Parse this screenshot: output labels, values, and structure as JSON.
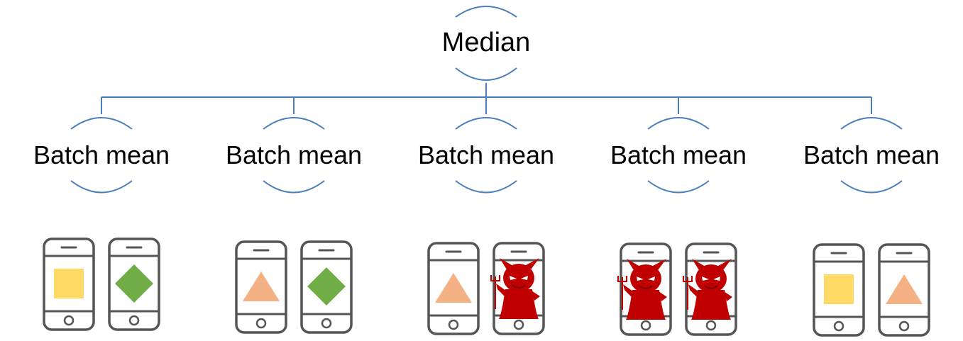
{
  "root": {
    "label": "Median"
  },
  "batches": [
    {
      "label": "Batch mean",
      "phones": [
        "square",
        "diamond"
      ]
    },
    {
      "label": "Batch mean",
      "phones": [
        "triangle",
        "diamond"
      ]
    },
    {
      "label": "Batch mean",
      "phones": [
        "triangle",
        "devil"
      ]
    },
    {
      "label": "Batch mean",
      "phones": [
        "devil",
        "devil"
      ]
    },
    {
      "label": "Batch mean",
      "phones": [
        "square",
        "triangle"
      ]
    }
  ],
  "colors": {
    "connector": "#4a7ebb",
    "bracket": "#4a7ebb",
    "phone_outline": "#555555",
    "square": "#ffd966",
    "diamond": "#70ad47",
    "triangle": "#f4b183",
    "devil": "#c00000"
  },
  "icons": {
    "phone": "smartphone-icon",
    "square": "square-icon",
    "diamond": "diamond-icon",
    "triangle": "triangle-icon",
    "devil": "devil-icon"
  }
}
